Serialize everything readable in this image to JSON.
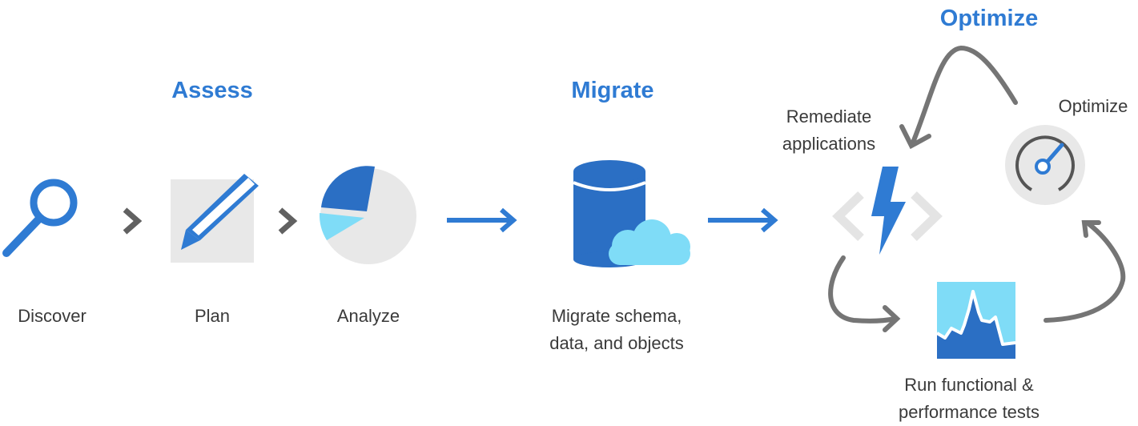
{
  "phases": {
    "assess": "Assess",
    "migrate": "Migrate",
    "optimize": "Optimize"
  },
  "steps": {
    "discover": "Discover",
    "plan": "Plan",
    "analyze": "Analyze",
    "migrate_line1": "Migrate schema,",
    "migrate_line2": "data, and objects",
    "remediate_line1": "Remediate",
    "remediate_line2": "applications",
    "optimize": "Optimize",
    "tests_line1": "Run functional &",
    "tests_line2": "performance tests"
  },
  "colors": {
    "accent_blue": "#2f7bd3",
    "dark_blue": "#2b6fc4",
    "light_cyan": "#7fdcf7",
    "light_gray": "#e8e8e8",
    "arrow_gray": "#757575"
  },
  "icons": [
    "search-icon",
    "pencil-icon",
    "pie-chart-icon",
    "database-cloud-icon",
    "code-bolt-icon",
    "gauge-icon",
    "performance-graph-icon"
  ]
}
